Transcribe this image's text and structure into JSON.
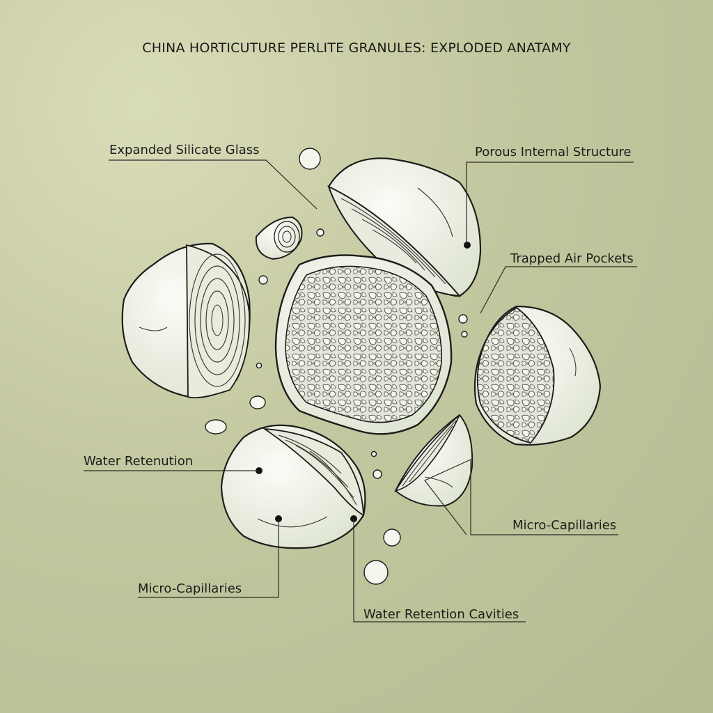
{
  "title": "CHINA HORTICUTURE PERLITE GRANULES: EXPLODED ANATAMY",
  "labels": {
    "expanded_silicate_glass": "Expanded Silicate Glass",
    "porous_internal_structure": "Porous Internal Structure",
    "trapped_air_pockets": "Trapped Air Pockets",
    "water_retenution": "Water Retenution",
    "micro_capillaries_right": "Micro-Capillaries",
    "micro_capillaries_left": "Micro-Capillaries",
    "water_retention_cavities": "Water Retention Cavities"
  },
  "colors": {
    "background": "#c3c79f",
    "granule_fill": "#eef2e6",
    "outline": "#1c1c1a"
  }
}
